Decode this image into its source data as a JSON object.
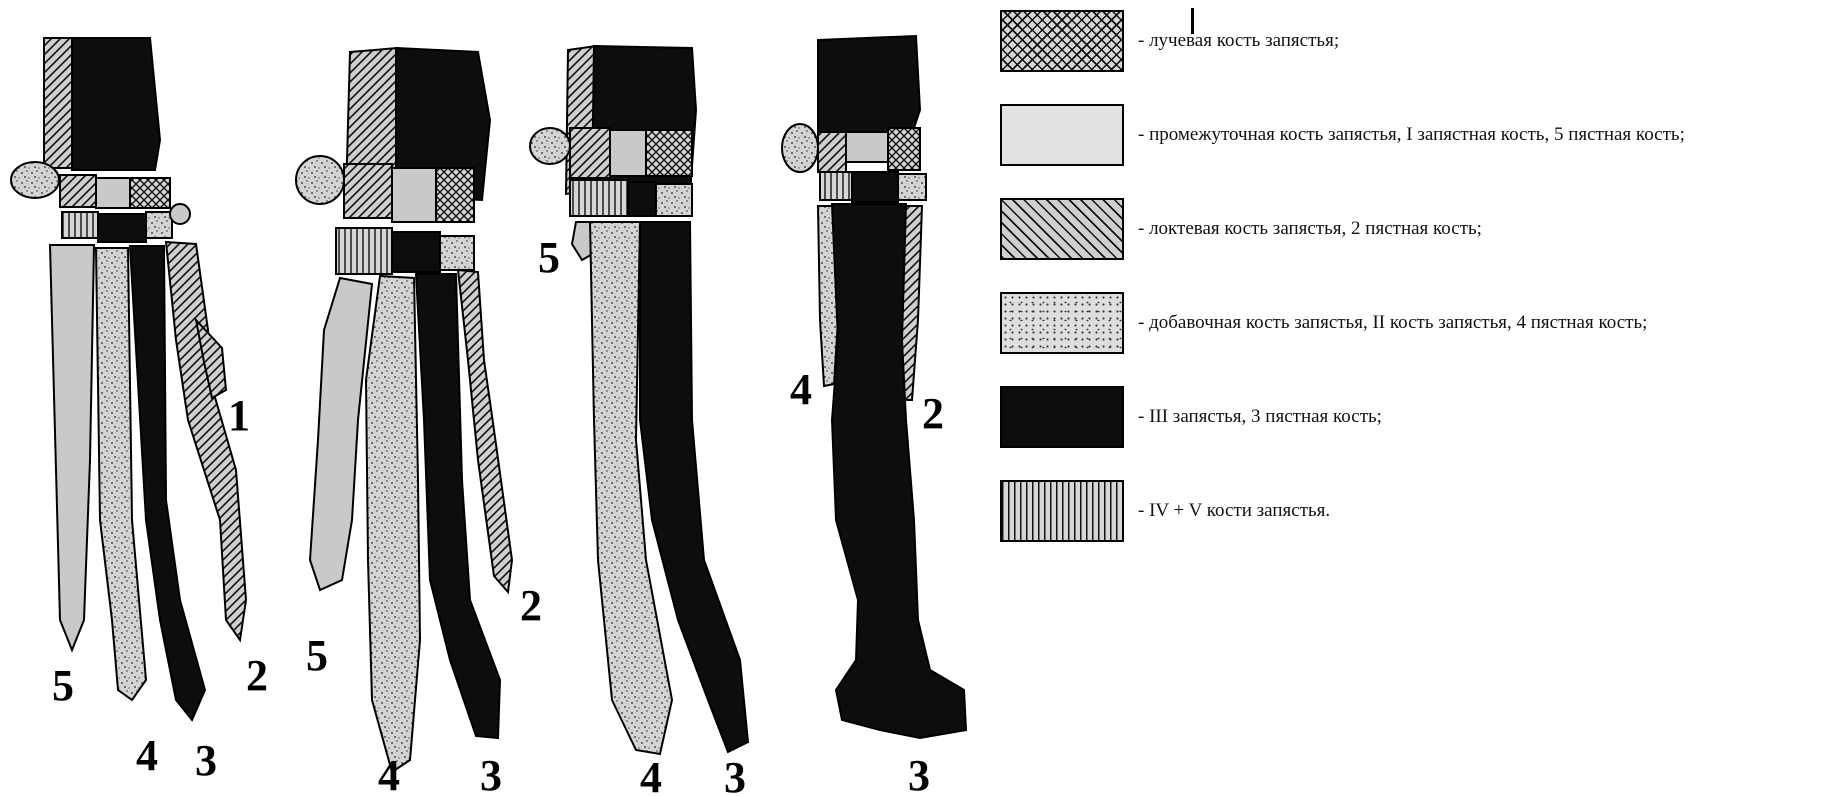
{
  "legend": {
    "items": [
      {
        "text": "- лучевая кость запястья;",
        "pattern": "crosshatch"
      },
      {
        "text": "- промежуточная кость запястья, I запястная кость, 5 пястная кость;",
        "pattern": "light-gray"
      },
      {
        "text": "- локтевая кость запястья, 2 пястная кость;",
        "pattern": "diagonal-hatch"
      },
      {
        "text": "- добавочная кость запястья, II кость запястья, 4 пястная кость;",
        "pattern": "stipple"
      },
      {
        "text": "- III запястья, 3 пястная кость;",
        "pattern": "solid-black"
      },
      {
        "text": "- IV + V кости запястья.",
        "pattern": "vertical-lines"
      }
    ]
  },
  "limbs": [
    {
      "labels": [
        "1",
        "2",
        "3",
        "4",
        "5"
      ]
    },
    {
      "labels": [
        "2",
        "3",
        "4",
        "5"
      ]
    },
    {
      "labels": [
        "5",
        "3",
        "4"
      ]
    },
    {
      "labels": [
        "4",
        "2",
        "3"
      ]
    }
  ],
  "colors": {
    "black": "#0d0d0d",
    "light_gray": "#c9c9c9",
    "stipple_bg": "#d4d4d4",
    "outline": "#000000"
  }
}
